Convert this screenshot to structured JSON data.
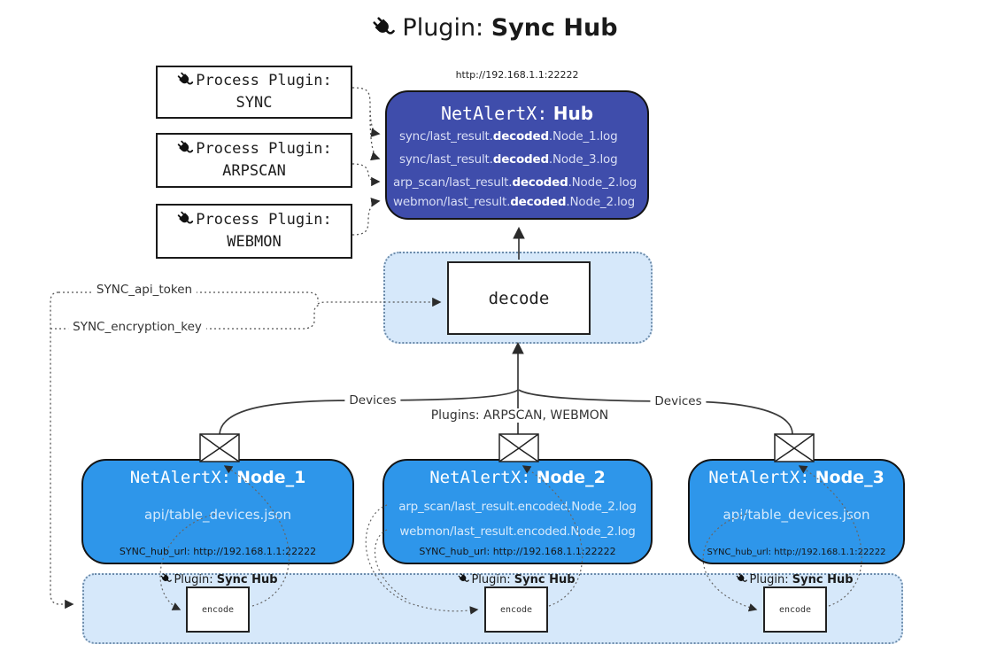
{
  "title": {
    "label": "Plugin:",
    "name": "Sync Hub"
  },
  "icons": {
    "title": "plug-icon",
    "process_plugin": "plug-icon",
    "encoder": "plug-icon",
    "node_message": "envelope-icon"
  },
  "colors": {
    "hub_bg": "#3F4DAB",
    "node_bg": "#2E96EA",
    "panel_bg": "#D6E8FA",
    "border": "#141414"
  },
  "hub": {
    "url": "http://192.168.1.1:22222",
    "prefix": "NetAlertX:",
    "name": "Hub",
    "logs": [
      {
        "pre": "sync/last_result.",
        "mid": "decoded",
        "post": ".Node_1.log"
      },
      {
        "pre": "sync/last_result.",
        "mid": "decoded",
        "post": ".Node_3.log"
      },
      {
        "pre": "arp_scan/last_result.",
        "mid": "decoded",
        "post": ".Node_2.log"
      },
      {
        "pre": "webmon/last_result.",
        "mid": "decoded",
        "post": ".Node_2.log"
      }
    ]
  },
  "process_plugins": [
    {
      "label": "Process Plugin:",
      "name": "SYNC"
    },
    {
      "label": "Process Plugin:",
      "name": "ARPSCAN"
    },
    {
      "label": "Process Plugin:",
      "name": "WEBMON"
    }
  ],
  "decode_label": "decode",
  "secrets": {
    "api_token": "SYNC_api_token",
    "encryption_key": "SYNC_encryption_key"
  },
  "edges": {
    "devices_left": "Devices",
    "devices_right": "Devices",
    "plugins_mid": "Plugins: ARPSCAN, WEBMON"
  },
  "nodes": [
    {
      "prefix": "NetAlertX:",
      "name": "Node_1",
      "files": [
        "api/table_devices.json"
      ],
      "hub_url": "SYNC_hub_url: http://192.168.1.1:22222"
    },
    {
      "prefix": "NetAlertX:",
      "name": "Node_2",
      "files": [
        "arp_scan/last_result.encoded.Node_2.log",
        "webmon/last_result.encoded.Node_2.log"
      ],
      "hub_url": "SYNC_hub_url: http://192.168.1.1:22222"
    },
    {
      "prefix": "NetAlertX:",
      "name": "Node_3",
      "files": [
        "api/table_devices.json"
      ],
      "hub_url": "SYNC_hub_url: http://192.168.1.1:22222"
    }
  ],
  "encoders": [
    {
      "label": "Plugin:",
      "name": "Sync Hub",
      "box": "encode"
    },
    {
      "label": "Plugin:",
      "name": "Sync Hub",
      "box": "encode"
    },
    {
      "label": "Plugin:",
      "name": "Sync Hub",
      "box": "encode"
    }
  ]
}
